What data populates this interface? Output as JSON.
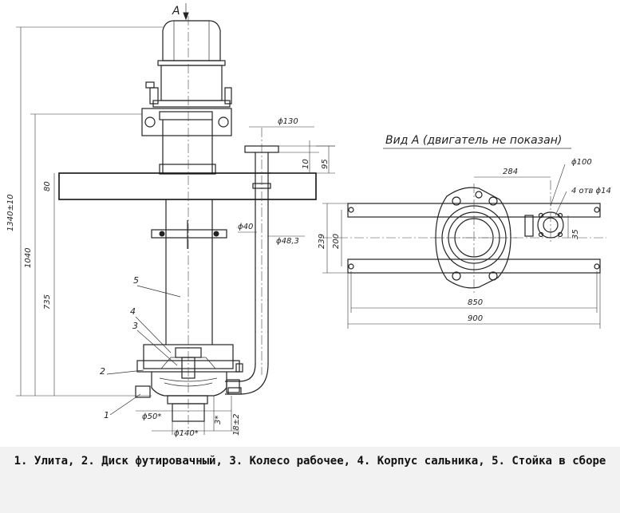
{
  "view_marker": "A",
  "view_title": "Вид А (двигатель не показан)",
  "dimensions": {
    "d130": "ϕ130",
    "h10": "10",
    "h95": "95",
    "d40": "ϕ40",
    "d48": "ϕ48,3",
    "h80": "80",
    "h1340": "1340±10",
    "h1040": "1040",
    "h735": "735",
    "d50": "ϕ50*",
    "d140": "ϕ140*",
    "h3": "3*",
    "h18": "18±2",
    "w284": "284",
    "d100": "ϕ100",
    "holes": "4 отв ϕ14",
    "h239": "239",
    "h200": "200",
    "h35": "35",
    "w850": "850",
    "w900": "900"
  },
  "part_labels": [
    "1",
    "2",
    "3",
    "4",
    "5"
  ],
  "caption": "1. Улита, 2. Диск футировачный, 3. Колесо рабочее, 4. Корпус сальника, 5. Стойка в сборе"
}
